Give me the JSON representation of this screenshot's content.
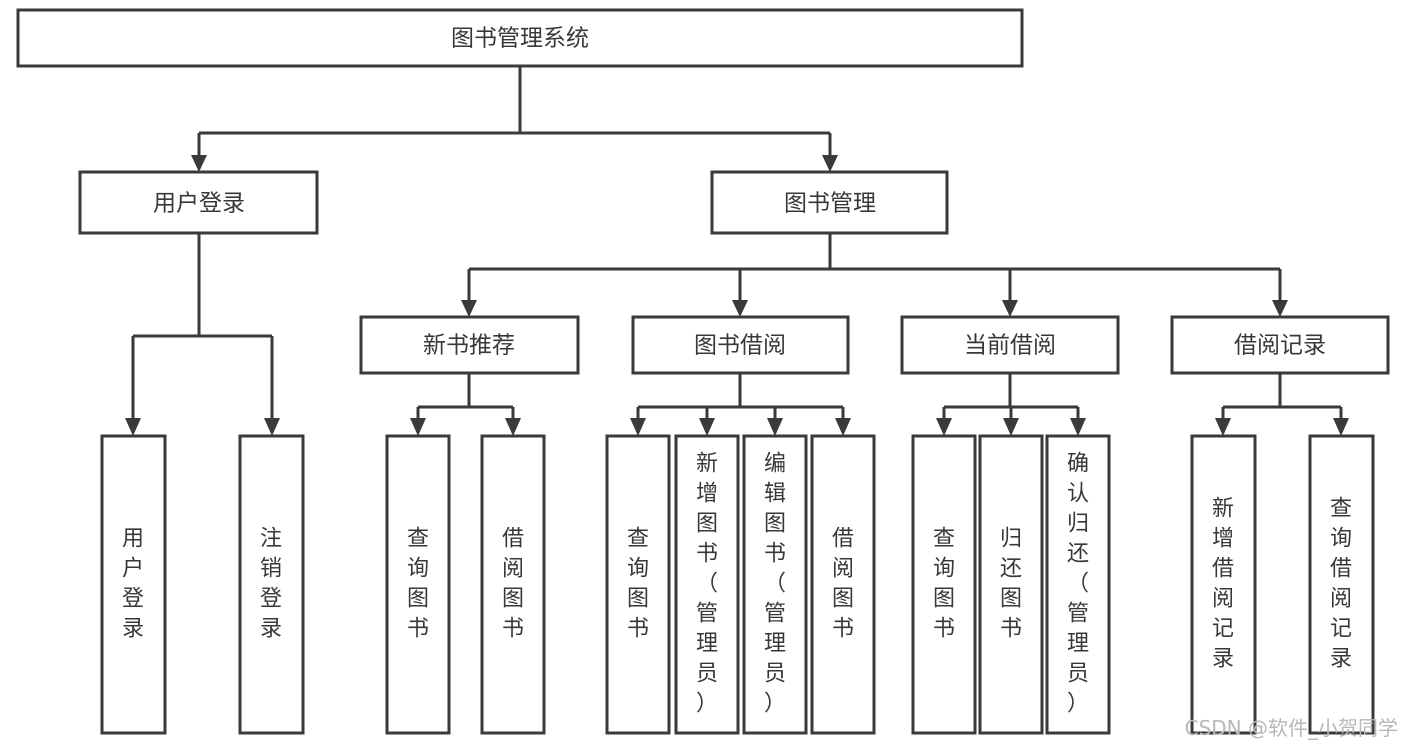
{
  "diagram": {
    "type": "tree",
    "title": "图书管理系统",
    "orientation": "top-down",
    "root": {
      "id": "root",
      "label": "图书管理系统"
    },
    "level1": [
      {
        "id": "user-login",
        "label": "用户登录"
      },
      {
        "id": "book-manage",
        "label": "图书管理"
      }
    ],
    "level2": [
      {
        "id": "new-book-recommend",
        "label": "新书推荐",
        "parent": "book-manage"
      },
      {
        "id": "book-borrow",
        "label": "图书借阅",
        "parent": "book-manage"
      },
      {
        "id": "current-borrow",
        "label": "当前借阅",
        "parent": "book-manage"
      },
      {
        "id": "borrow-record",
        "label": "借阅记录",
        "parent": "book-manage"
      }
    ],
    "leaves": {
      "user-login": [
        {
          "id": "leaf-user-login",
          "label": "用户登录"
        },
        {
          "id": "leaf-logout-login",
          "label": "注销登录"
        }
      ],
      "new-book-recommend": [
        {
          "id": "leaf-query-book-1",
          "label": "查询图书"
        },
        {
          "id": "leaf-borrow-book-1",
          "label": "借阅图书"
        }
      ],
      "book-borrow": [
        {
          "id": "leaf-query-book-2",
          "label": "查询图书"
        },
        {
          "id": "leaf-add-book",
          "label": "新增图书（管理员）"
        },
        {
          "id": "leaf-edit-book",
          "label": "编辑图书（管理员）"
        },
        {
          "id": "leaf-borrow-book-2",
          "label": "借阅图书"
        }
      ],
      "current-borrow": [
        {
          "id": "leaf-query-book-3",
          "label": "查询图书"
        },
        {
          "id": "leaf-return-book",
          "label": "归还图书"
        },
        {
          "id": "leaf-confirm-return",
          "label": "确认归还（管理员）"
        }
      ],
      "borrow-record": [
        {
          "id": "leaf-add-record",
          "label": "新增借阅记录"
        },
        {
          "id": "leaf-query-record",
          "label": "查询借阅记录"
        }
      ]
    }
  },
  "watermark": {
    "text": "CSDN @软件_小贺同学"
  },
  "colors": {
    "stroke": "#3a3a3a",
    "fill": "#ffffff",
    "text": "#36383b",
    "watermark": "#b8b8b8"
  }
}
